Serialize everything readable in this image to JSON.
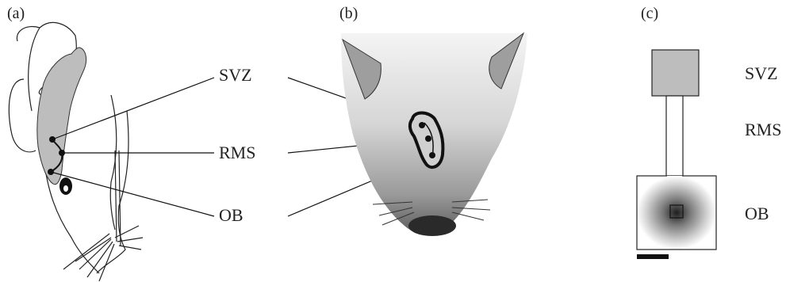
{
  "panels": [
    {
      "letter": "(a)"
    },
    {
      "letter": "(b)"
    },
    {
      "letter": "(c)"
    }
  ],
  "labels": {
    "svz": "SVZ",
    "rms": "RMS",
    "ob": "OB"
  }
}
